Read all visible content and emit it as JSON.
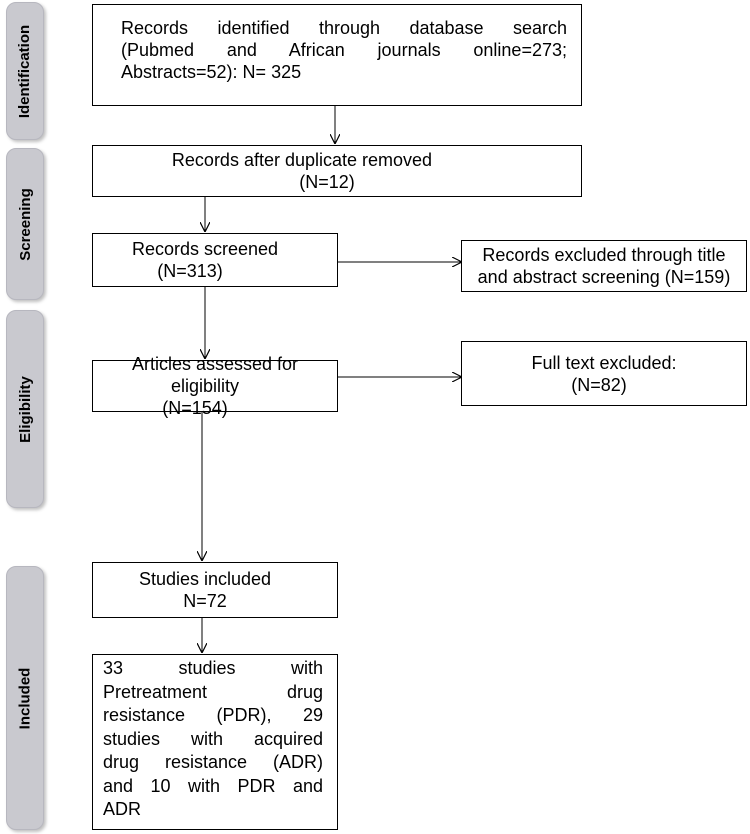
{
  "phases": {
    "identification": "Identification",
    "screening": "Screening",
    "eligibility": "Eligibility",
    "included": "Included"
  },
  "boxes": {
    "identified": {
      "line1": "Records identified through database search",
      "line2": "(Pubmed and African journals online=273;",
      "line3": "Abstracts=52): N= 325"
    },
    "duplicates": {
      "line1": "Records after duplicate removed",
      "line2": "(N=12)"
    },
    "screened": {
      "line1": "Records screened",
      "line2": "(N=313)"
    },
    "excluded_title": {
      "line1": "Records excluded through title",
      "line2": "and abstract screening (N=159)"
    },
    "assessed": {
      "line1": "Articles assessed for",
      "line2": "eligibility",
      "line3": "(N=154)"
    },
    "fulltext_excluded": {
      "line1": "Full text excluded:",
      "line2": "(N=82)"
    },
    "included": {
      "line1": "Studies included",
      "line2": "N=72"
    },
    "breakdown": {
      "line1": "33 studies with",
      "line2": "Pretreatment drug",
      "line3": "resistance (PDR), 29",
      "line4": "studies with acquired",
      "line5": "drug resistance (ADR)",
      "line6": "and 10 with PDR and",
      "line7": "ADR"
    }
  }
}
